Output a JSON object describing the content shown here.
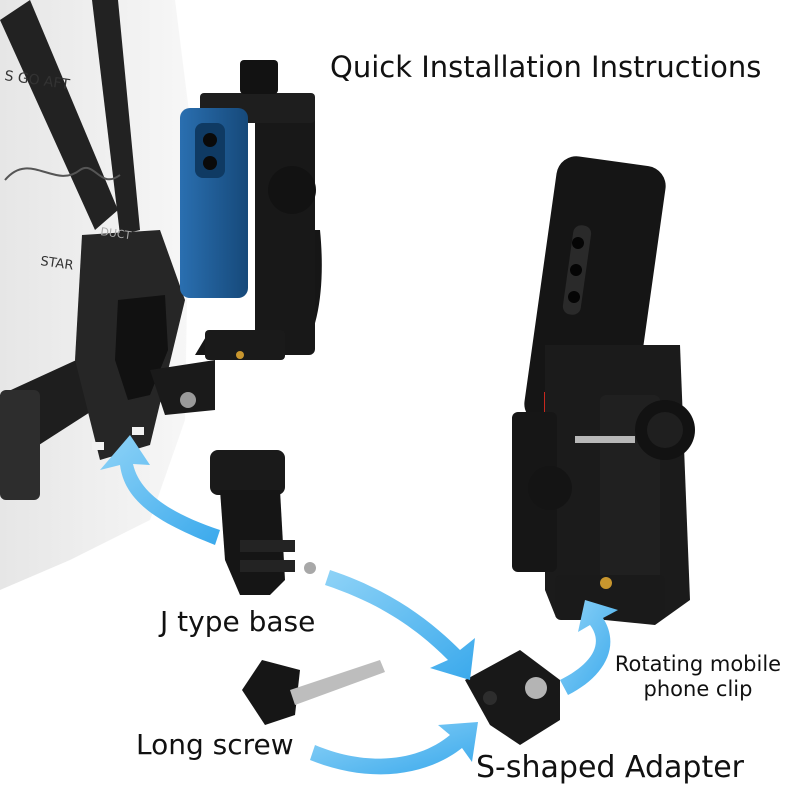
{
  "title": "Quick Installation Instructions",
  "labels": {
    "j_type_base": "J type base",
    "long_screw": "Long screw",
    "s_shaped_adapter": "S-shaped Adapter",
    "rotating_clip_line1": "Rotating mobile",
    "rotating_clip_line2": "phone clip"
  },
  "shirt_print": [
    "S GO AFT",
    "STAR",
    "DUCT"
  ],
  "colors": {
    "background": "#ffffff",
    "arrow": "#5ab8ee",
    "plastic": "#1a1a1a",
    "phone_blue": "#1f5f9e",
    "phone_black": "#151515",
    "shirt": "#f2f2f2",
    "accent_red": "#c8281e",
    "brass": "#c8962e"
  }
}
